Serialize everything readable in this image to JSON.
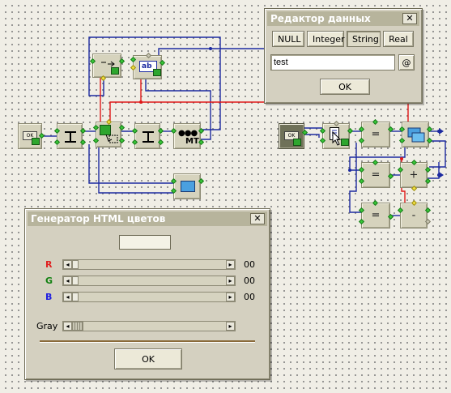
{
  "data_editor": {
    "title": "Редактор данных",
    "close": "✕",
    "type_buttons": [
      "NULL",
      "Integer",
      "String",
      "Real"
    ],
    "selected_type": "String",
    "value": "test",
    "at_button": "@",
    "ok": "OK"
  },
  "color_gen": {
    "title": "Генератор HTML цветов",
    "close": "✕",
    "channels": [
      {
        "label": "R",
        "value": "00",
        "color": "#e02020"
      },
      {
        "label": "G",
        "value": "00",
        "color": "#108010"
      },
      {
        "label": "B",
        "value": "00",
        "color": "#2020e0"
      }
    ],
    "gray_label": "Gray",
    "ok": "OK",
    "preview_color": "#f4f2e6"
  },
  "canvas": {
    "comp_labels": {
      "eq1": "=",
      "eq2": "=",
      "eq3": "=",
      "plus": "+",
      "minus": "-",
      "mt": "MT",
      "abc": "ab",
      "ok1": "OK",
      "ok2": "OK"
    },
    "wire_colors": {
      "blue": "#1c2aa0",
      "red": "#e01818"
    }
  }
}
